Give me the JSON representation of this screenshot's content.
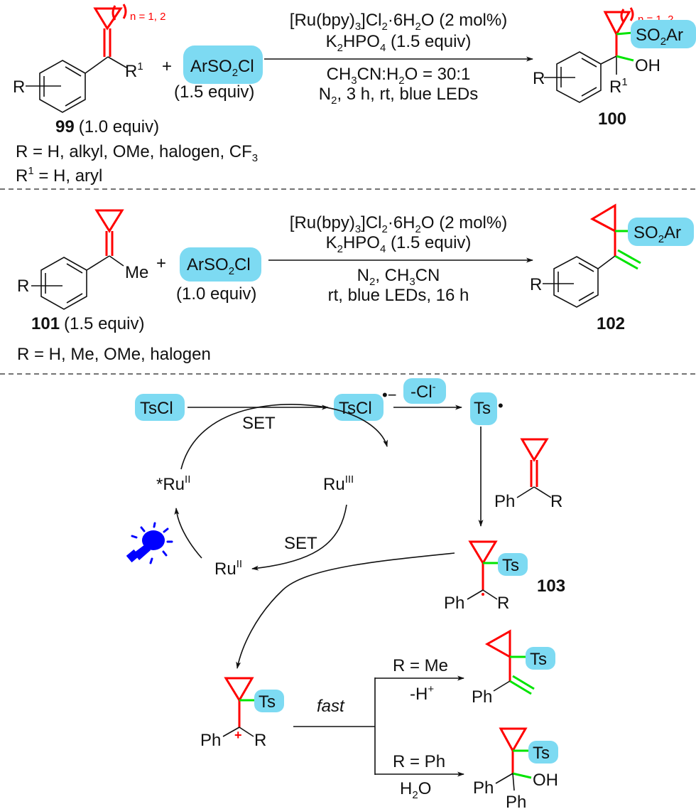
{
  "colors": {
    "highlight_pill": "#7ddaf2",
    "new_ring_bond": "#ff0000",
    "new_sigma_bond": "#00e400",
    "light_bulb": "#0000ff",
    "text": "#111111"
  },
  "scheme1": {
    "reactant": {
      "compound_number": "99",
      "equiv": "(1.0 equiv)",
      "ring_label": "n = 1, 2",
      "substituent_R": "R",
      "substituent_R1": "R",
      "substituent_R1_sup": "1",
      "scope_R_prefix": "R = H, alkyl, OMe, halogen, CF",
      "scope_R_sub": "3",
      "scope_R1_prefix": "R",
      "scope_R1_sup": "1",
      "scope_R1_rest": " = H, aryl"
    },
    "plus": "+",
    "reagent": {
      "a": "ArSO",
      "sub": "2",
      "b": "Cl",
      "equiv": "(1.5 equiv)"
    },
    "conditions_above": [
      {
        "parts": [
          "[Ru(bpy)",
          "3",
          "]Cl",
          "2",
          "·6H",
          "2",
          "O (2 mol%)"
        ]
      },
      {
        "parts": [
          "K",
          "2",
          "HPO",
          "4",
          " (1.5 equiv)"
        ]
      }
    ],
    "conditions_below": [
      {
        "parts": [
          "CH",
          "3",
          "CN:H",
          "2",
          "O = 30:1"
        ]
      },
      {
        "parts": [
          "N",
          "2",
          ", 3 h, rt, blue LEDs"
        ]
      }
    ],
    "product": {
      "compound_number": "100",
      "ring_label": "n = 1, 2",
      "sulfonyl": {
        "a": "SO",
        "sub": "2",
        "b": "Ar"
      },
      "oh": "OH",
      "R": "R",
      "R1": "R",
      "R1_sup": "1"
    }
  },
  "scheme2": {
    "reactant": {
      "compound_number": "101",
      "equiv": "(1.5 equiv)",
      "R": "R",
      "me": "Me",
      "scope": "R = H, Me, OMe, halogen"
    },
    "plus": "+",
    "reagent": {
      "a": "ArSO",
      "sub": "2",
      "b": "Cl",
      "equiv": "(1.0 equiv)"
    },
    "conditions_above": [
      {
        "parts": [
          "[Ru(bpy)",
          "3",
          "]Cl",
          "2",
          "·6H",
          "2",
          "O (2 mol%)"
        ]
      },
      {
        "parts": [
          "K",
          "2",
          "HPO",
          "4",
          " (1.5 equiv)"
        ]
      }
    ],
    "conditions_below": [
      {
        "parts": [
          "N",
          "2",
          ", CH",
          "3",
          "CN"
        ]
      },
      {
        "parts": [
          "rt, blue LEDs, 16 h"
        ]
      }
    ],
    "product": {
      "compound_number": "102",
      "sulfonyl": {
        "a": "SO",
        "sub": "2",
        "b": "Ar"
      },
      "R": "R"
    }
  },
  "mechanism": {
    "tscl": "TsCl",
    "tscl_radical_anion": "TsCl",
    "radical_anion_mark": "•−",
    "loss_chloride": "-Cl",
    "loss_chloride_sup": "-",
    "ts_radical": "Ts",
    "radical_dot": "•",
    "set_top": "SET",
    "set_bottom": "SET",
    "ru_excited": "*Ru",
    "ru_excited_sup": "II",
    "ru_iii": "Ru",
    "ru_iii_sup": "III",
    "ru_ii": "Ru",
    "ru_ii_sup": "II",
    "alkene": {
      "ph": "Ph",
      "r": "R"
    },
    "intermediate_103": {
      "number": "103",
      "ts": "Ts",
      "ph": "Ph",
      "r": "R"
    },
    "cation": {
      "ts": "Ts",
      "ph": "Ph",
      "r": "R",
      "charge": "+"
    },
    "fast": "fast",
    "branch_me": {
      "condition": "R = Me",
      "reagent_a": "-H",
      "reagent_sup": "+",
      "ts": "Ts",
      "ph": "Ph"
    },
    "branch_ph": {
      "condition": "R = Ph",
      "reagent_a": "H",
      "reagent_sub": "2",
      "reagent_b": "O",
      "ts": "Ts",
      "ph1": "Ph",
      "ph2": "Ph",
      "oh": "OH"
    }
  }
}
